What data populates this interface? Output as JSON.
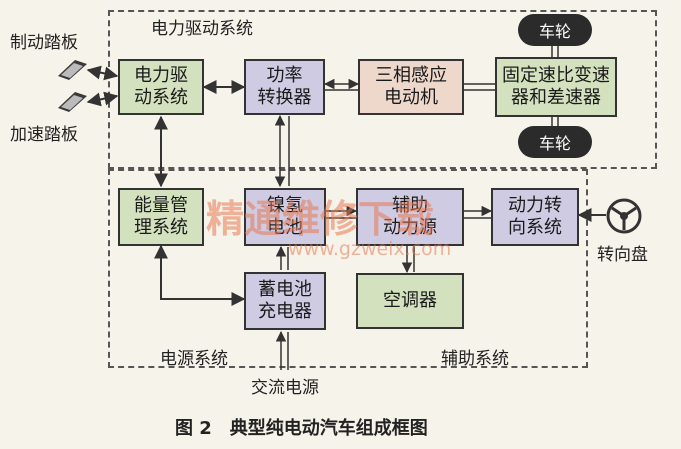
{
  "regions": {
    "power_drive": "电力驱动系统",
    "power_source": "电源系统",
    "auxiliary": "辅助系统"
  },
  "boxes": {
    "drive_system": "电力驱\n动系统",
    "power_converter": "功率\n转换器",
    "induction_motor": "三相感应\n电动机",
    "transmission": "固定速比变速\n器和差速器",
    "energy_management": "能量管\n理系统",
    "nimh_battery": "镍氢\n电池",
    "aux_power": "辅助\n动力源",
    "power_steering": "动力转\n向系统",
    "battery_charger": "蓄电池\n充电器",
    "air_conditioner": "空调器"
  },
  "wheels": {
    "top": "车轮",
    "bottom": "车轮"
  },
  "labels": {
    "brake_pedal": "制动踏板",
    "accel_pedal": "加速踏板",
    "steering_wheel": "转向盘",
    "ac_power": "交流电源"
  },
  "caption": "图 2　典型纯电动汽车组成框图",
  "watermark": {
    "main": "精通维修下载",
    "url": "www.gzweix.com"
  },
  "colors": {
    "green": "#d4e1bf",
    "purple": "#cfcbe3",
    "pink": "#eed8cc",
    "wheel": "#2b2b2b"
  },
  "icons": [
    "pedal-icon",
    "steering-wheel-icon"
  ]
}
